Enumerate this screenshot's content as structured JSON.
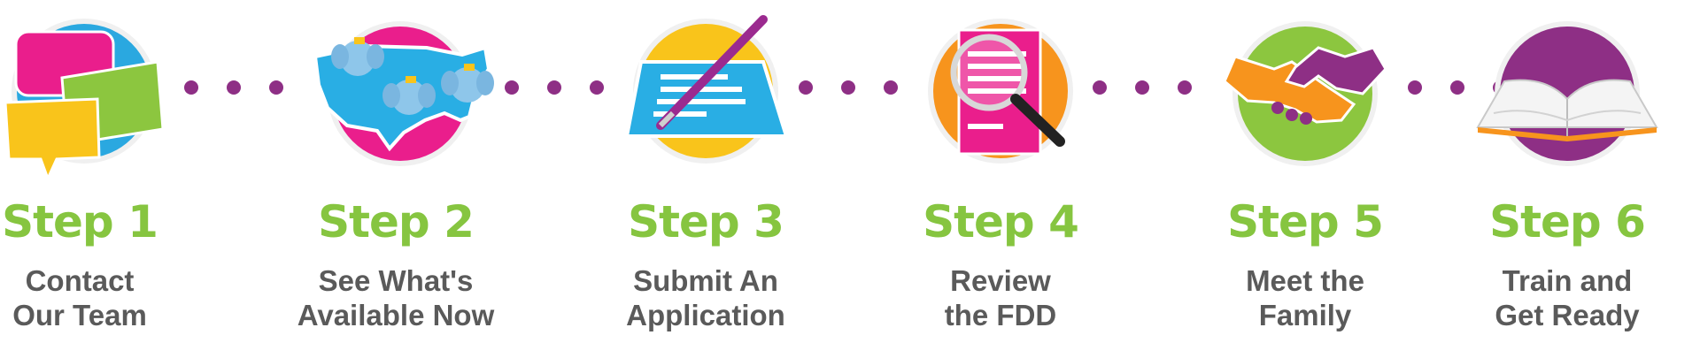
{
  "steps": [
    {
      "title": "Step 1",
      "line1": "Contact",
      "line2": "Our Team",
      "icon": "speech-bubbles-icon"
    },
    {
      "title": "Step 2",
      "line1": "See What's",
      "line2": "Available Now",
      "icon": "usa-map-icon"
    },
    {
      "title": "Step 3",
      "line1": "Submit An",
      "line2": "Application",
      "icon": "document-pen-icon"
    },
    {
      "title": "Step 4",
      "line1": "Review",
      "line2": "the FDD",
      "icon": "magnifier-document-icon"
    },
    {
      "title": "Step 5",
      "line1": "Meet the",
      "line2": "Family",
      "icon": "handshake-icon"
    },
    {
      "title": "Step 6",
      "line1": "Train and",
      "line2": "Get Ready",
      "icon": "open-book-icon"
    }
  ],
  "colors": {
    "title_green": "#86c540",
    "desc_gray": "#5a5a5a",
    "dot_purple": "#8e2f85",
    "blue": "#2aa8e0",
    "pink": "#ea1e8c",
    "yellow": "#f9c41b",
    "orange": "#f7941d",
    "green": "#8cc63f",
    "purple": "#8e2f85"
  }
}
